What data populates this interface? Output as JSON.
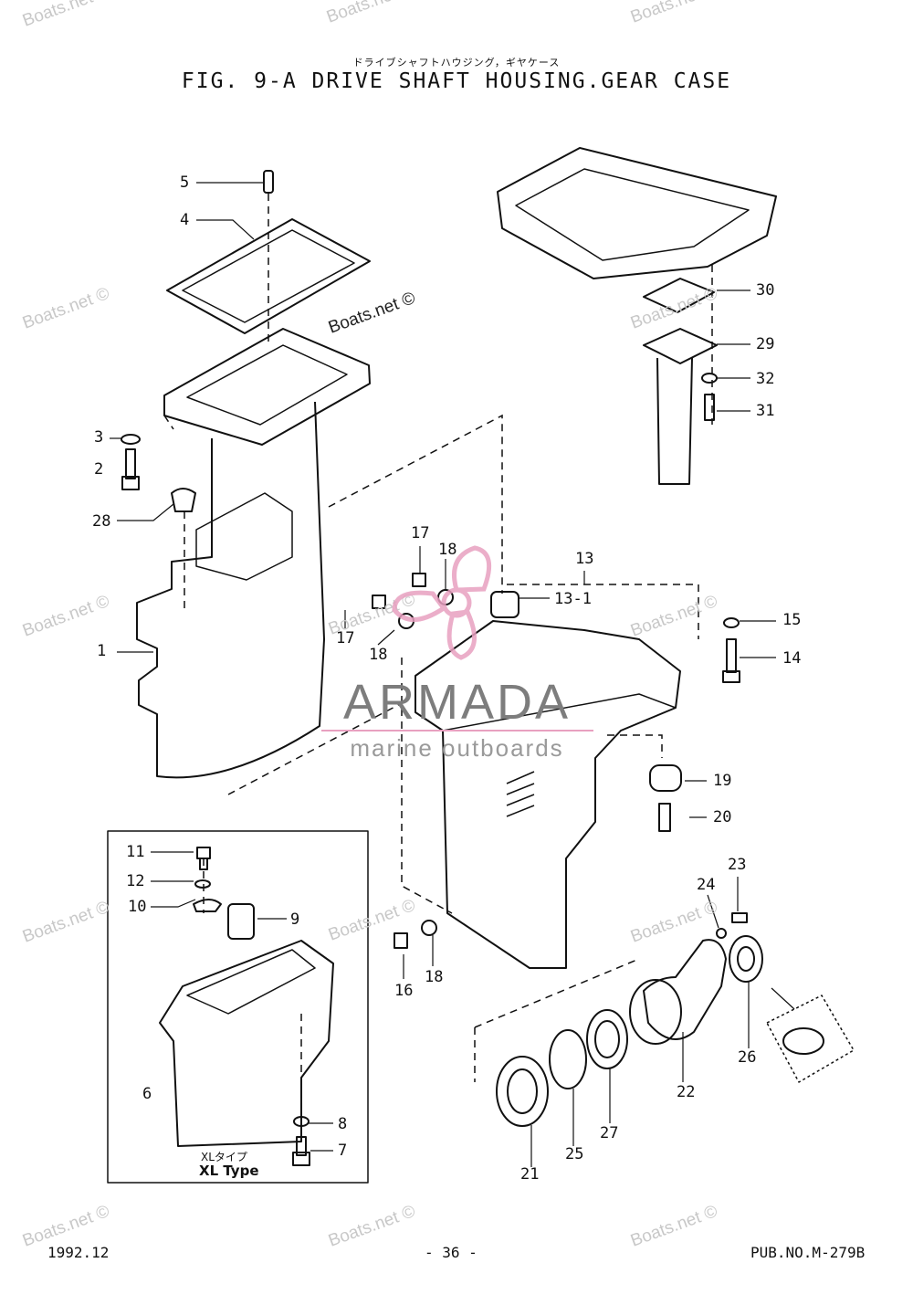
{
  "header": {
    "title_jp": "ドライブシャフトハウジング，ギヤケース",
    "title": "FIG.  9-A DRIVE SHAFT HOUSING.GEAR CASE"
  },
  "watermarks": [
    "Boats.net ©",
    "Boats.net ©",
    "Boats.net ©",
    "Boats.net ©",
    "Boats.net ©",
    "Boats.net ©",
    "Boats.net ©",
    "Boats.net ©",
    "Boats.net ©",
    "Boats.net ©",
    "Boats.net ©",
    "Boats.net ©",
    "Boats.net ©",
    "Boats.net ©",
    "Boats.net ©"
  ],
  "logo": {
    "name": "ARMADA",
    "tagline": "marine outboards",
    "accent": "#e8a0c0"
  },
  "xl_box": {
    "label_jp": "XLタイプ",
    "label": "XL Type"
  },
  "parts": {
    "p1": "1",
    "p2": "2",
    "p3": "3",
    "p4": "4",
    "p5": "5",
    "p6": "6",
    "p7": "7",
    "p8": "8",
    "p9": "9",
    "p10": "10",
    "p11": "11",
    "p12": "12",
    "p13": "13",
    "p13_1": "13-1",
    "p14": "14",
    "p15": "15",
    "p16": "16",
    "p17a": "17",
    "p17b": "17",
    "p18a": "18",
    "p18b": "18",
    "p18c": "18",
    "p19": "19",
    "p20": "20",
    "p21": "21",
    "p22": "22",
    "p23": "23",
    "p24": "24",
    "p25": "25",
    "p26": "26",
    "p27": "27",
    "p28": "28",
    "p29": "29",
    "p30": "30",
    "p31": "31",
    "p32": "32"
  },
  "footer": {
    "date": "1992.12",
    "page": "- 36 -",
    "pub": "PUB.NO.M-279B"
  }
}
